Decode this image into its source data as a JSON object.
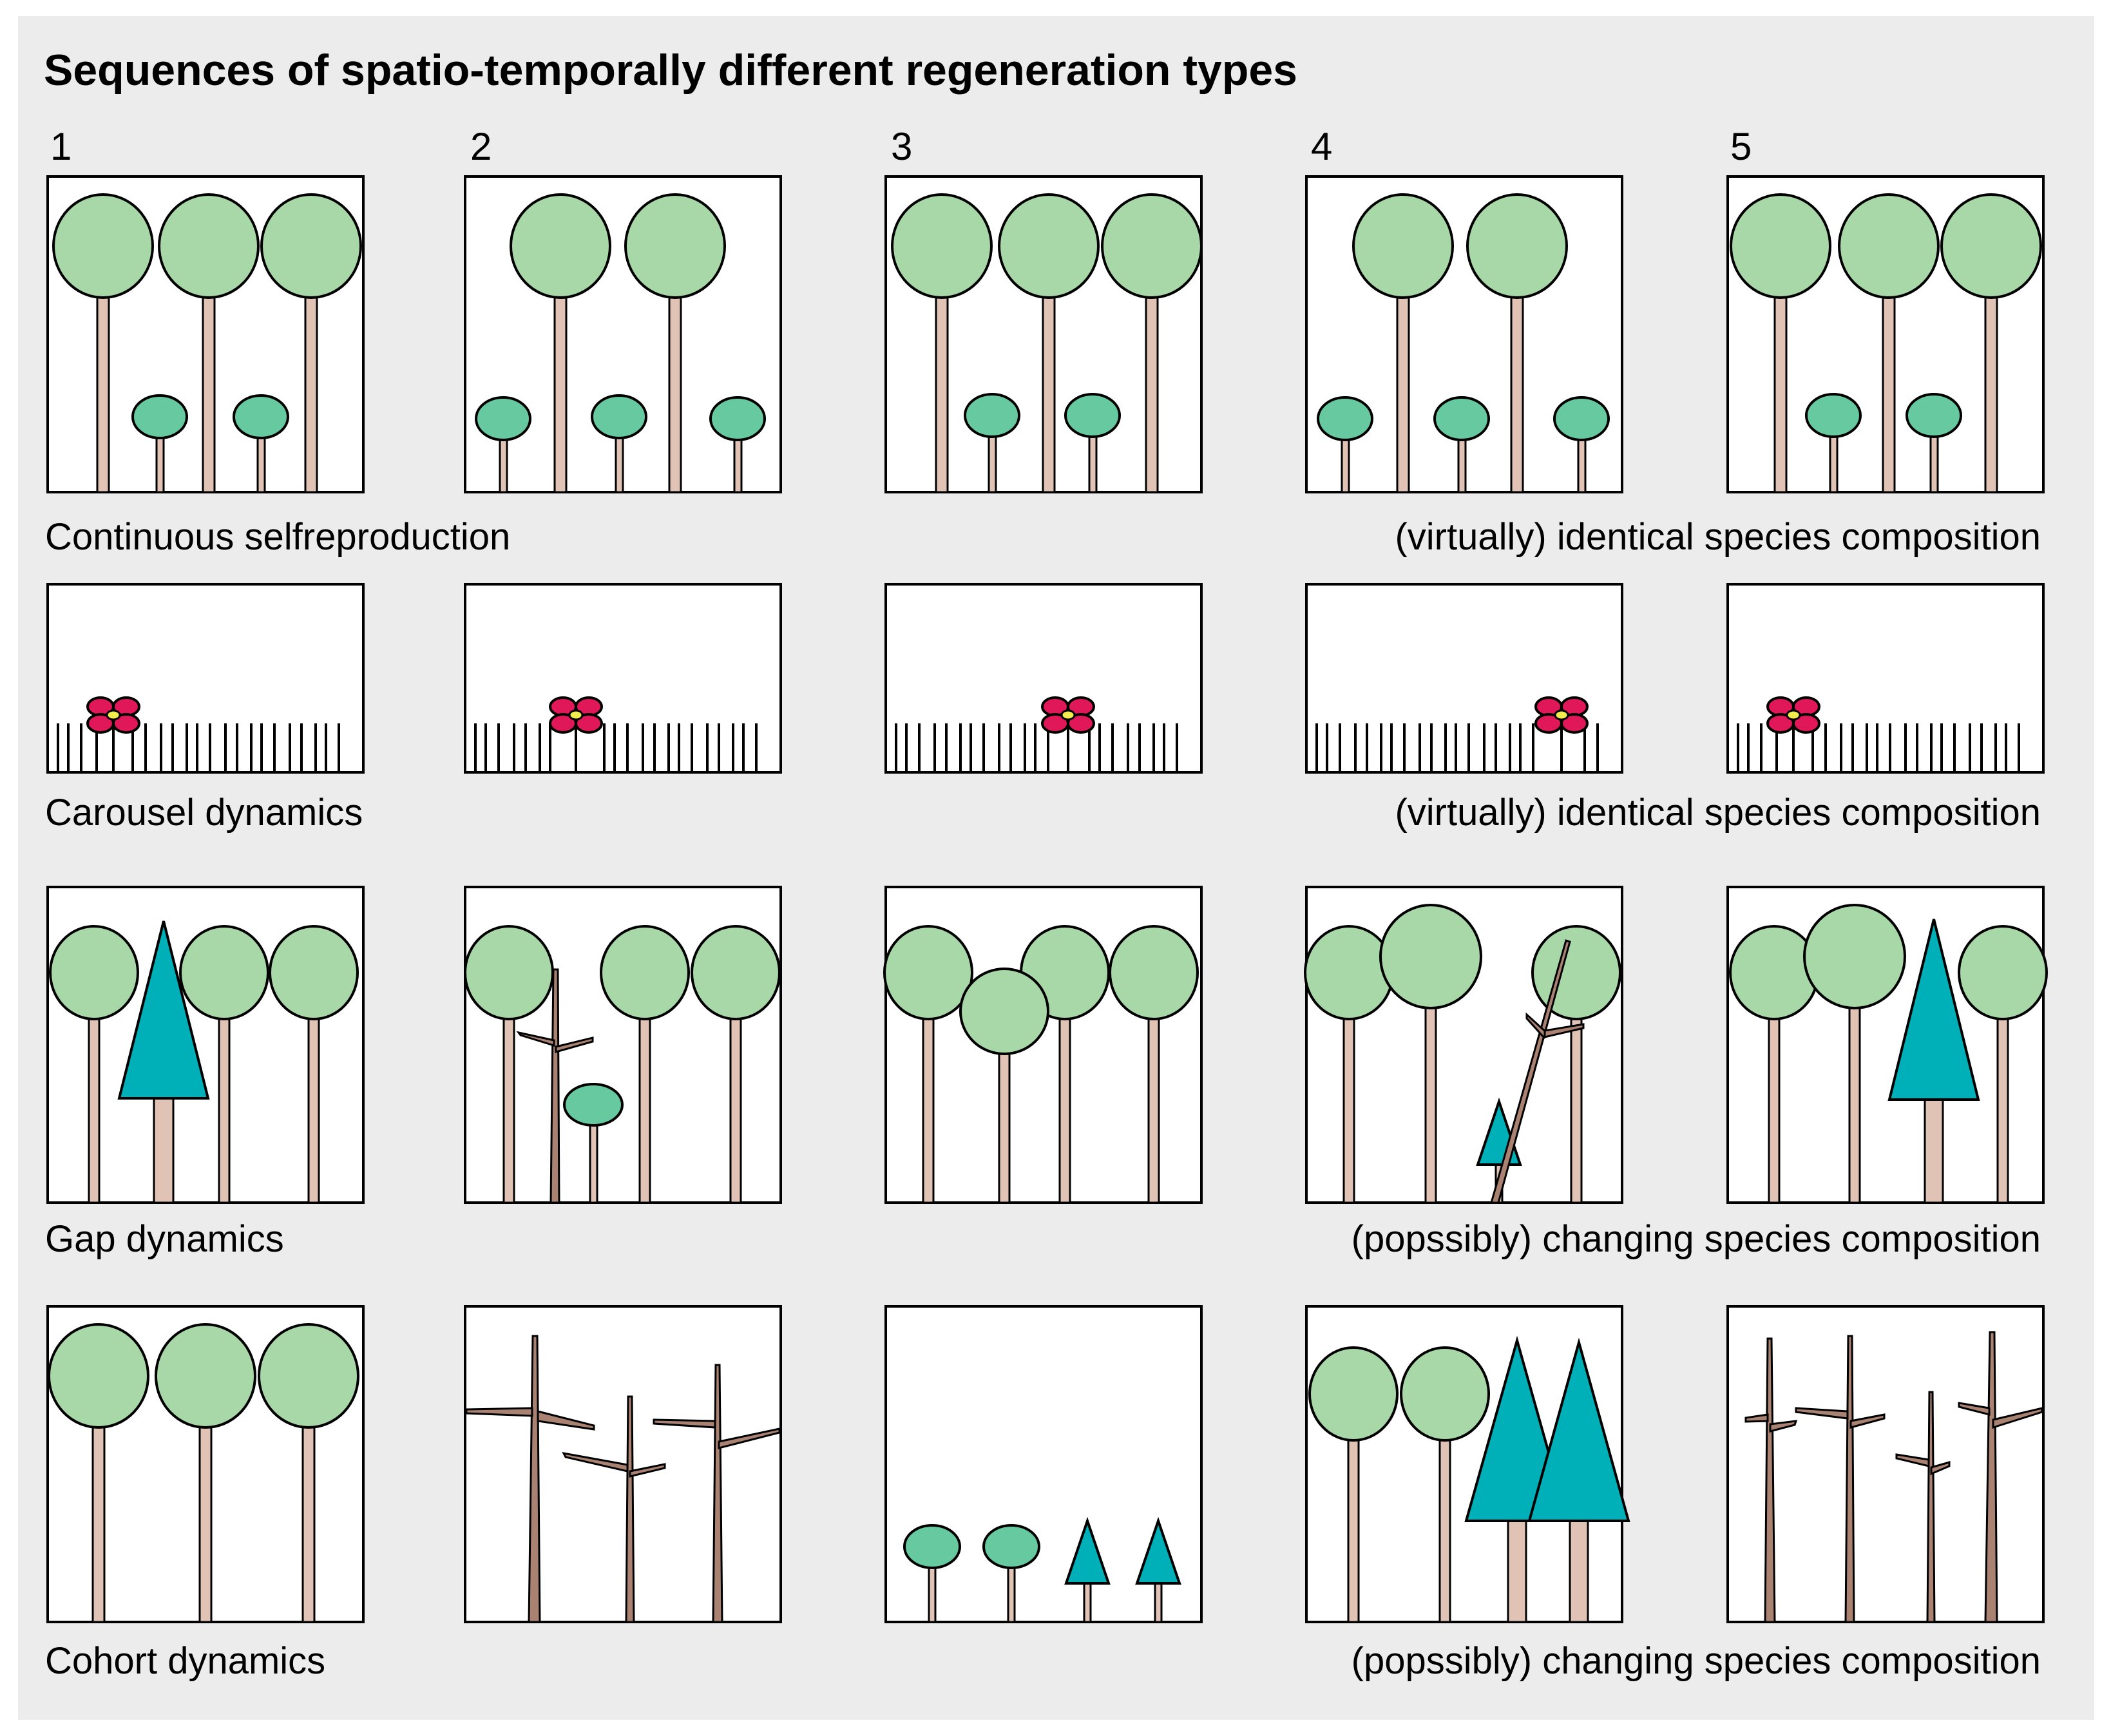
{
  "title": "Sequences of spatio-temporally different regeneration types",
  "columns": [
    "1",
    "2",
    "3",
    "4",
    "5"
  ],
  "rows": [
    {
      "left_label": "Continuous selfreproduction",
      "right_label": "(virtually) identical species composition"
    },
    {
      "left_label": "Carousel dynamics",
      "right_label": "(virtually) identical species composition"
    },
    {
      "left_label": "Gap dynamics",
      "right_label": "(popssibly) changing species composition"
    },
    {
      "left_label": "Cohort dynamics",
      "right_label": "(popssibly) changing species composition"
    }
  ],
  "colors": {
    "background": "#ececec",
    "deciduous_crown": "#a8d8a8",
    "sapling_crown": "#66c9a0",
    "conifer": "#00b0b8",
    "trunk": "#e0c3b4",
    "dead_trunk": "#a98272",
    "flower_petal": "#e0185a",
    "flower_center": "#f2ec50",
    "outline": "#000000"
  }
}
